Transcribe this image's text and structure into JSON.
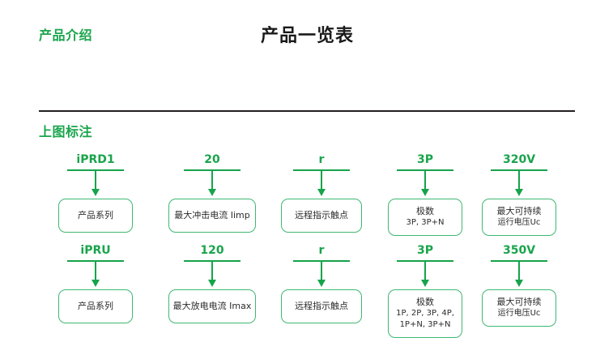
{
  "header": {
    "breadcrumb": "产品介绍",
    "title": "产品一览表"
  },
  "section": {
    "title": "上图标注"
  },
  "colors": {
    "accent_green": "#1aa44c",
    "connector_green": "#16a34a",
    "box_border_green": "#3fb872",
    "divider": "#221f1f",
    "text_dark": "#2b2b2b"
  },
  "legend": {
    "rows": [
      {
        "columns": [
          {
            "code": "iPRD1",
            "lines": [
              "产品系列"
            ],
            "box_size": "sm"
          },
          {
            "code": "20",
            "lines": [
              "最大冲击电流 Iimp"
            ],
            "box_size": "lg"
          },
          {
            "code": "r",
            "lines": [
              "远程指示触点"
            ],
            "box_size": "md"
          },
          {
            "code": "3P",
            "lines": [
              "极数",
              "3P, 3P+N"
            ],
            "box_size": "sm"
          },
          {
            "code": "320V",
            "lines": [
              "最大可持续",
              "运行电压Uc"
            ],
            "box_size": "sm"
          }
        ]
      },
      {
        "columns": [
          {
            "code": "iPRU",
            "lines": [
              "产品系列"
            ],
            "box_size": "sm"
          },
          {
            "code": "120",
            "lines": [
              "最大放电电流 Imax"
            ],
            "box_size": "lg"
          },
          {
            "code": "r",
            "lines": [
              "远程指示触点"
            ],
            "box_size": "md"
          },
          {
            "code": "3P",
            "lines": [
              "极数",
              "1P, 2P, 3P, 4P,",
              "1P+N, 3P+N"
            ],
            "box_size": "sm"
          },
          {
            "code": "350V",
            "lines": [
              "最大可持续",
              "运行电压Uc"
            ],
            "box_size": "sm"
          }
        ]
      }
    ]
  }
}
